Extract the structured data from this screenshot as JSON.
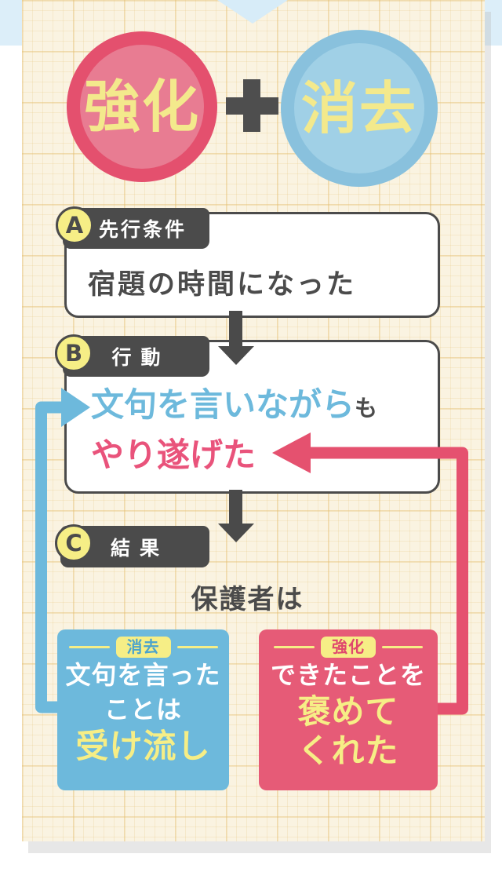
{
  "header": {
    "reinforcement_circle_label": "強化",
    "plus_sign": "+",
    "extinction_circle_label": "消去"
  },
  "steps": {
    "a": {
      "letter": "A",
      "tab_label": "先行条件",
      "content": "宿題の時間になった"
    },
    "b": {
      "letter": "B",
      "tab_label": "行動",
      "behavior_blue": "文句を言いながら",
      "behavior_suffix": "も",
      "behavior_pink": "やり遂げた"
    },
    "c": {
      "letter": "C",
      "tab_label": "結果",
      "content": "保護者は"
    }
  },
  "outcomes": {
    "extinction": {
      "badge": "消去",
      "line1": "文句を言った",
      "line2": "ことは",
      "line3": "受け流し"
    },
    "reinforcement": {
      "badge": "強化",
      "line1": "できたことを",
      "line2": "褒めて",
      "line3": "くれた"
    }
  },
  "colors": {
    "pink": "#e5516f",
    "blue": "#6db9dc",
    "yellow": "#f6ee86",
    "dark": "#4b4b4b",
    "cream_background": "#faf3e1",
    "light_blue_background": "#dceef9"
  }
}
